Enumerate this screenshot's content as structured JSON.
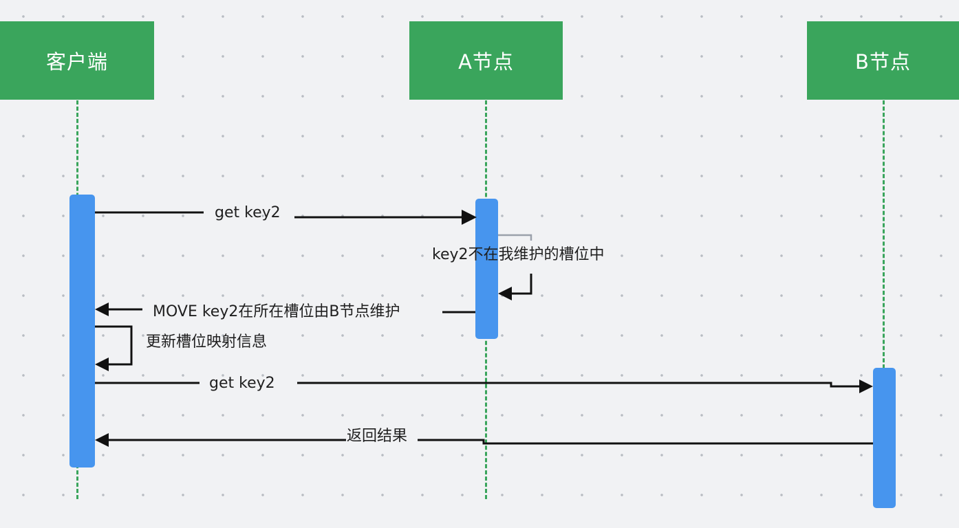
{
  "participants": [
    {
      "label": "客户端"
    },
    {
      "label": "A节点"
    },
    {
      "label": "B节点"
    }
  ],
  "messages": [
    {
      "label": "get key2"
    },
    {
      "label": "key2不在我维护的槽位中"
    },
    {
      "label": "MOVE key2在所在槽位由B节点维护"
    },
    {
      "label": "更新槽位映射信息"
    },
    {
      "label": "get key2"
    },
    {
      "label": "返回结果"
    }
  ],
  "colors": {
    "participant": "#3aa55c",
    "activation": "#4795ee",
    "arrow": "#111111"
  }
}
